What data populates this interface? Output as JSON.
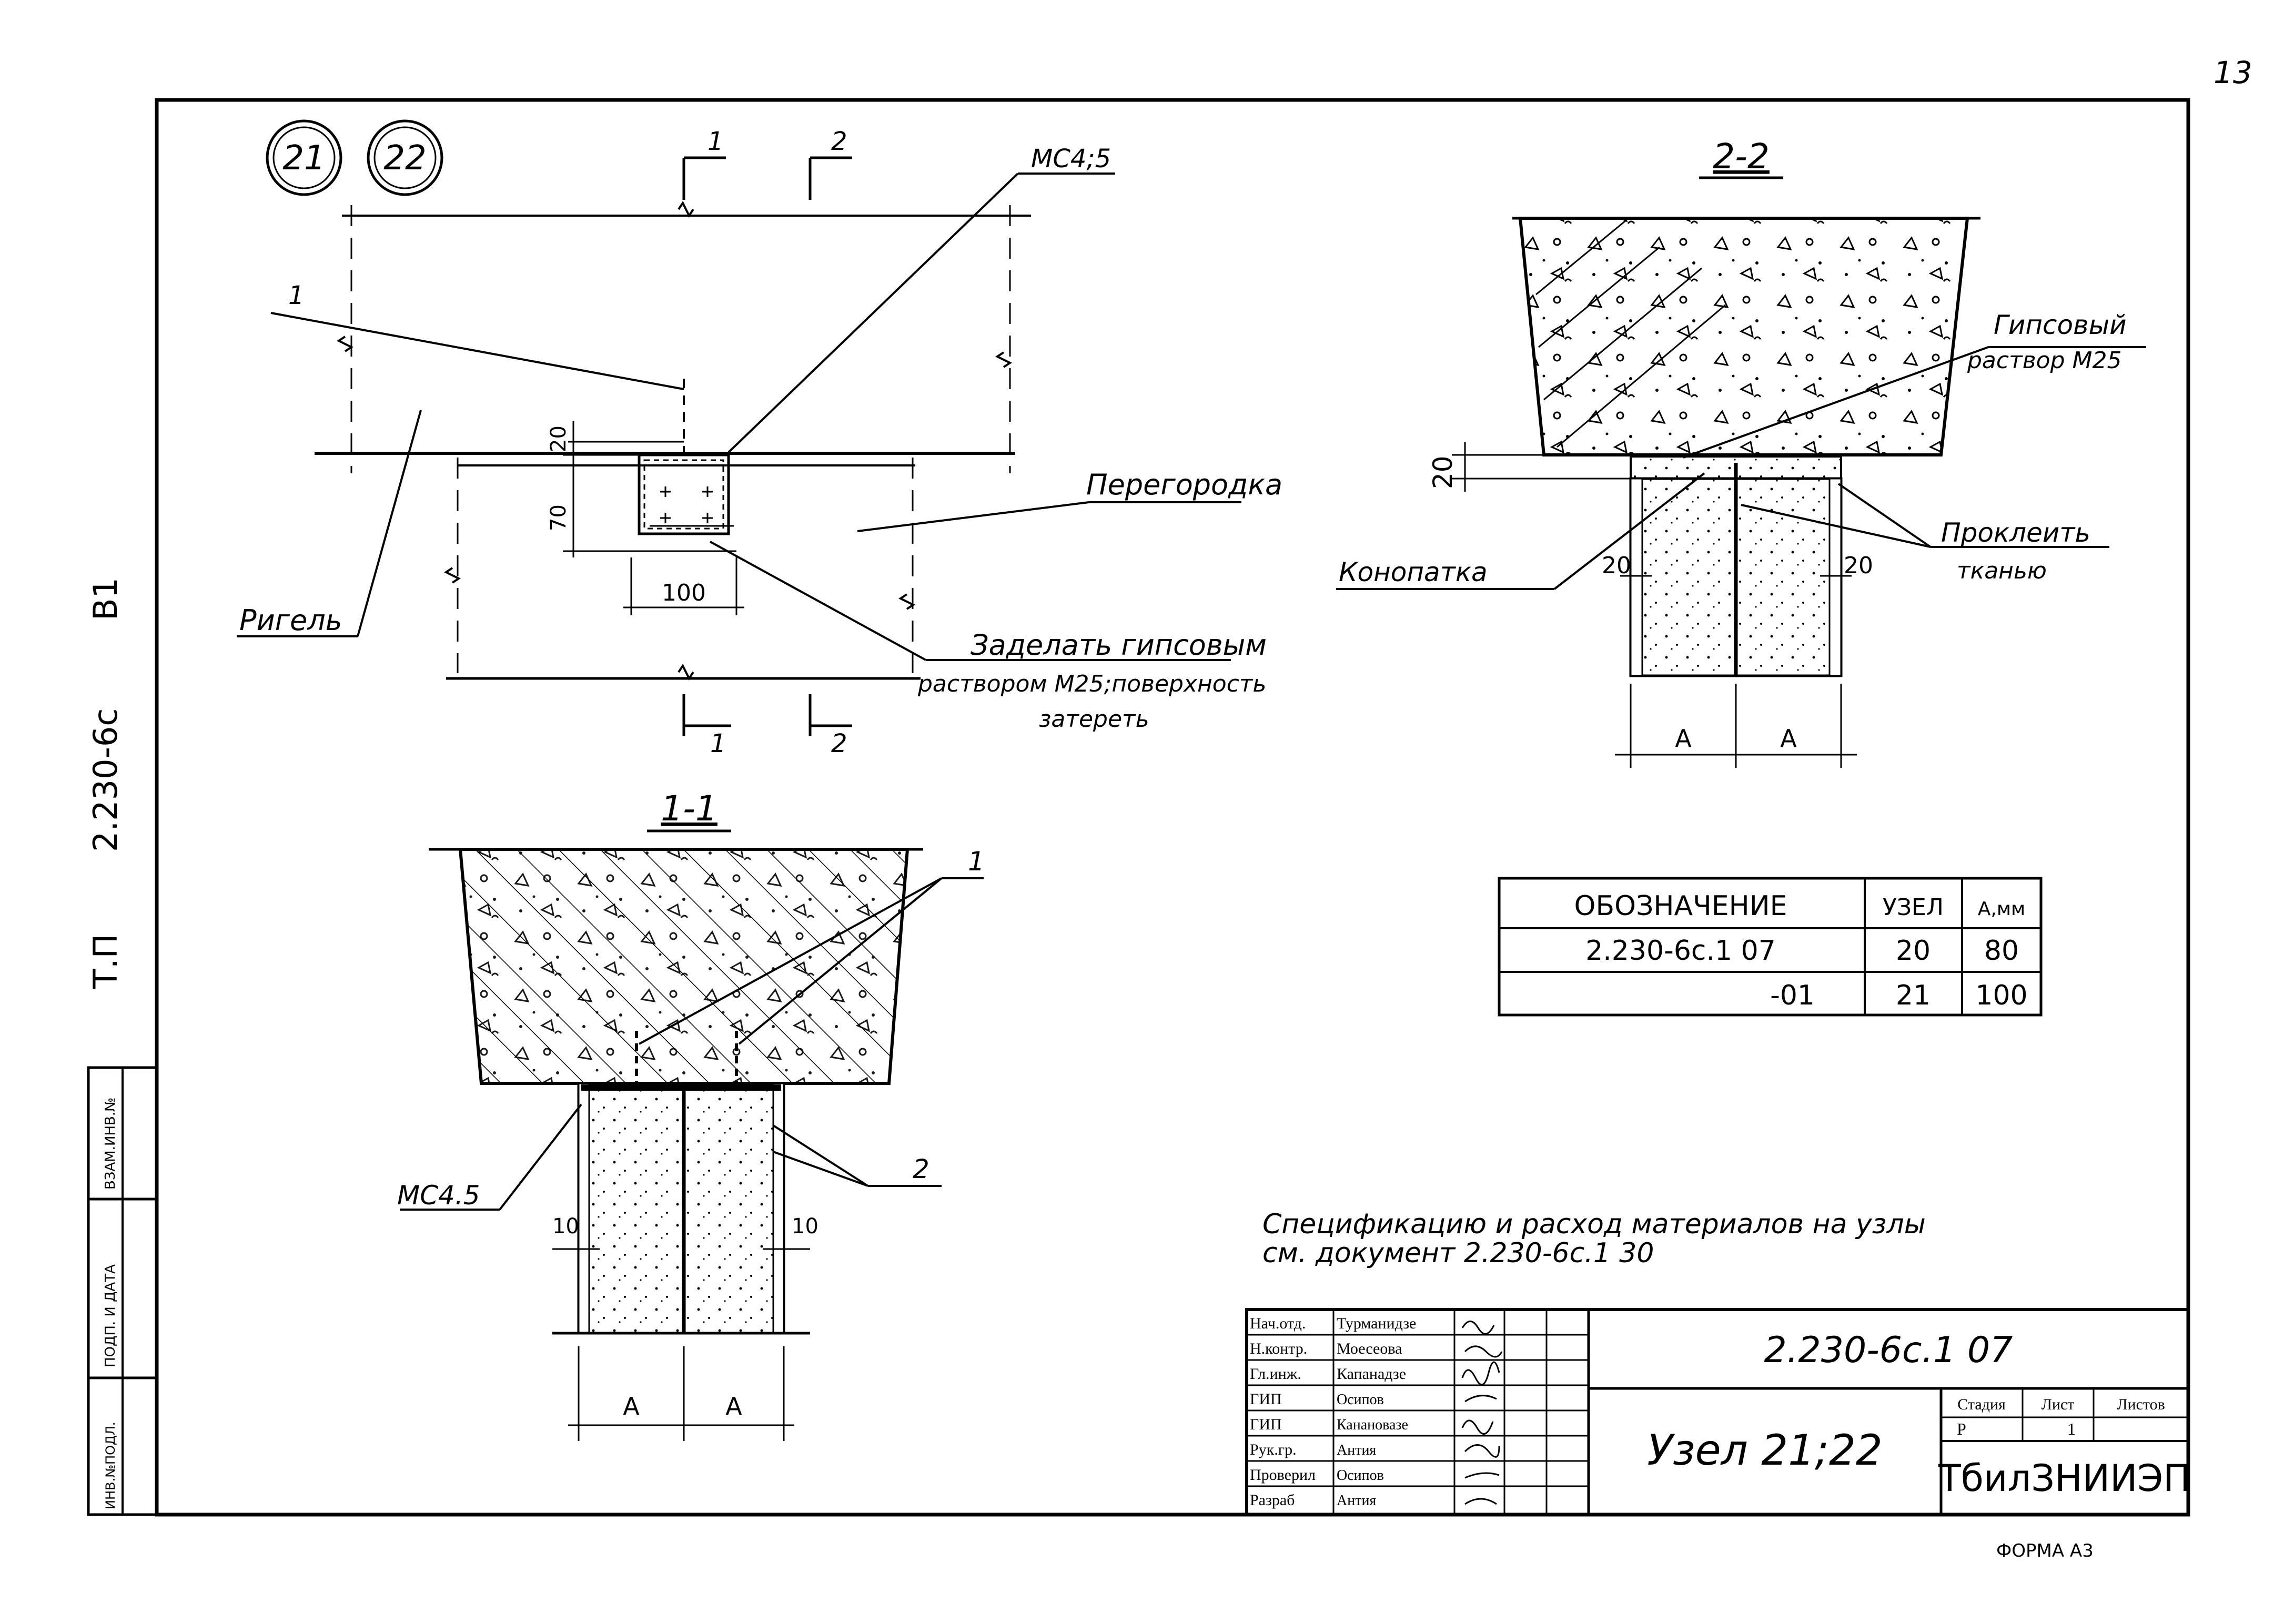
{
  "sheet": {
    "page_number": "13",
    "format": "ФОРМА А3",
    "side_code": {
      "series": "Т.П",
      "number": "2.230-6с",
      "variant": "В1"
    }
  },
  "side_stamp": [
    "ВЗАМ.ИНВ.№",
    "ПОДП. И ДАТА",
    "ИНВ.№ПОДЛ."
  ],
  "node_refs": [
    "21",
    "22"
  ],
  "plan": {
    "section_mark_1": "1",
    "section_mark_2": "2",
    "pos_1": "1",
    "mc": "МС4;5",
    "dim_20": "20",
    "dim_70": "70",
    "dim_100": "100",
    "label_rigel": "Ригель",
    "label_partition": "Перегородка",
    "note_line1": "Заделать гипсовым",
    "note_line2": "раствором М25;поверхность",
    "note_line3": "затереть"
  },
  "section_11": {
    "title": "1-1",
    "pos_1": "1",
    "pos_2": "2",
    "mc": "МС4.5",
    "dim_left": "10",
    "dim_right": "10",
    "dim_a_left": "А",
    "dim_a_right": "А"
  },
  "section_22": {
    "title": "2-2",
    "gypsum_line1": "Гипсовый",
    "gypsum_line2": "раствор М25",
    "caulk": "Конопатка",
    "fabric_line1": "Проклеить",
    "fabric_line2": "тканью",
    "dim_20": "20",
    "dim_left": "20",
    "dim_right": "20",
    "dim_a_left": "А",
    "dim_a_right": "А"
  },
  "spec_table": {
    "headers": [
      "ОБОЗНАЧЕНИЕ",
      "УЗЕЛ",
      "А,мм"
    ],
    "rows": [
      [
        "2.230-6с.1  07",
        "20",
        "80"
      ],
      [
        "-01",
        "21",
        "100"
      ]
    ]
  },
  "note": {
    "line1": "Спецификацию и расход материалов на узлы",
    "line2": "см. документ 2.230-6с.1 30"
  },
  "title_block": {
    "signers": [
      {
        "role": "Нач.отд.",
        "name": "Турманидзе"
      },
      {
        "role": "Н.контр.",
        "name": "Моесеова"
      },
      {
        "role": "Гл.инж.",
        "name": "Капанадзе"
      },
      {
        "role": "ГИП",
        "name": "Осипов"
      },
      {
        "role": "ГИП",
        "name": "Канановазе"
      },
      {
        "role": "Рук.гр.",
        "name": "Антия"
      },
      {
        "role": "Проверил",
        "name": "Осипов"
      },
      {
        "role": "Разраб",
        "name": "Антия"
      }
    ],
    "doc_code": "2.230-6с.1 07",
    "title": "Узел 21;22",
    "stage_header": "Стадия",
    "sheet_header": "Лист",
    "sheets_header": "Листов",
    "stage": "Р",
    "sheet": "1",
    "sheets": "",
    "organization": "ТбилЗНИИЭП"
  }
}
